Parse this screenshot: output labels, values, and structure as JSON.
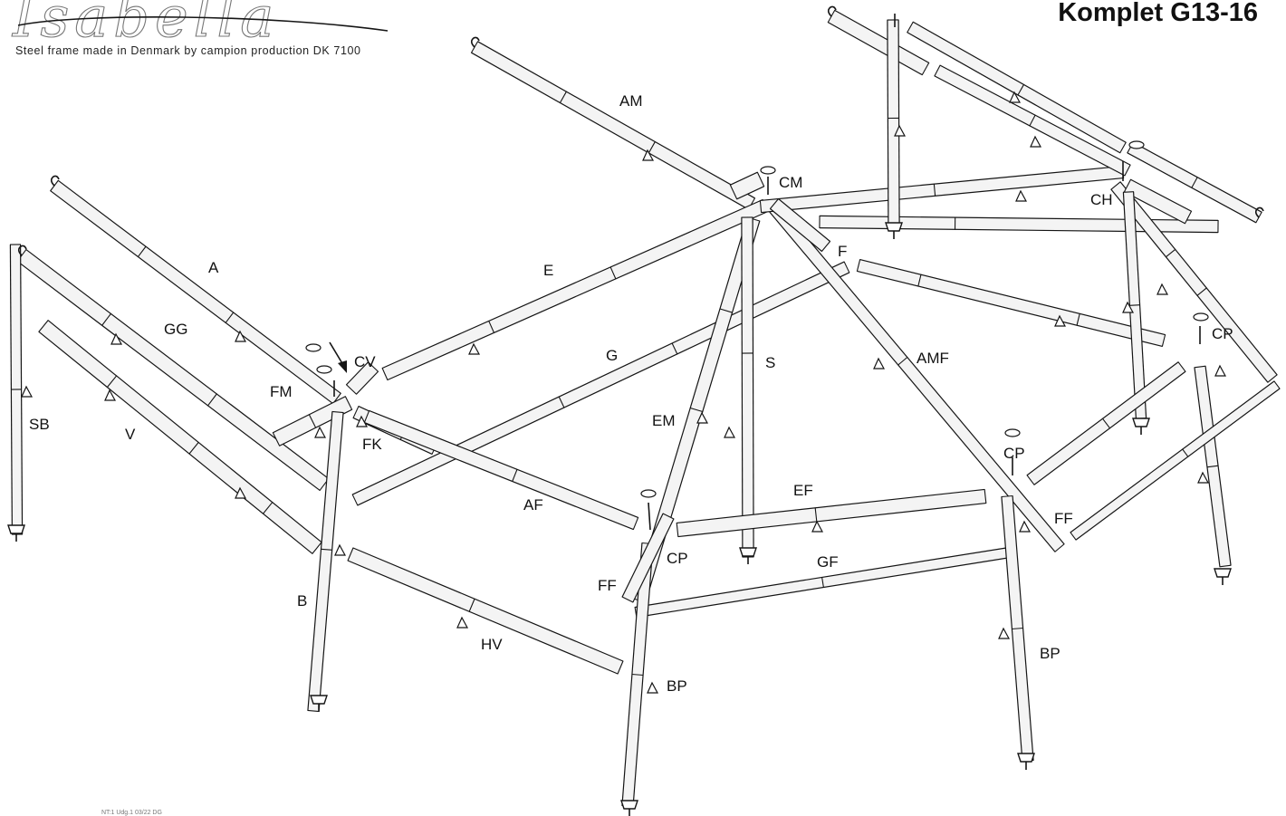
{
  "header": {
    "brand_logo": "Isabella",
    "subtitle": "Steel frame made in Denmark by campion production DK 7100",
    "title": "Komplet G13-16"
  },
  "footer": {
    "note": "NT:1 Udg.1 03/22 DG"
  },
  "parts": [
    {
      "label": "A"
    },
    {
      "label": "AM"
    },
    {
      "label": "CM"
    },
    {
      "label": "CH"
    },
    {
      "label": "GG"
    },
    {
      "label": "E"
    },
    {
      "label": "F"
    },
    {
      "label": "CV"
    },
    {
      "label": "CP"
    },
    {
      "label": "G"
    },
    {
      "label": "S"
    },
    {
      "label": "AMF"
    },
    {
      "label": "FM"
    },
    {
      "label": "SB"
    },
    {
      "label": "V"
    },
    {
      "label": "FK"
    },
    {
      "label": "EM"
    },
    {
      "label": "CP"
    },
    {
      "label": "EF"
    },
    {
      "label": "AF"
    },
    {
      "label": "FF"
    },
    {
      "label": "CP"
    },
    {
      "label": "GF"
    },
    {
      "label": "FF"
    },
    {
      "label": "B"
    },
    {
      "label": "BP"
    },
    {
      "label": "HV"
    },
    {
      "label": "BP"
    }
  ]
}
